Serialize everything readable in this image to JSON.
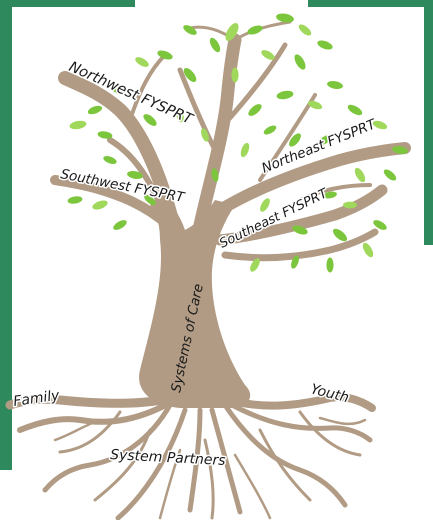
{
  "colors": {
    "frame_green": "#2e8a5d",
    "bark": "#b19b84",
    "bark_dark": "#8f7a63",
    "leaf": "#7cc63e",
    "leaf_light": "#9fd85a",
    "text": "#1a1a1a"
  },
  "labels": {
    "northwest": "Northwest FYSPRT",
    "northeast": "Northeast FYSPRT",
    "southwest": "Southwest FYSPRT",
    "southeast": "Southeast FYSPRT",
    "trunk": "Systems of Care",
    "family": "Family",
    "youth": "Youth",
    "partners": "System Partners"
  }
}
